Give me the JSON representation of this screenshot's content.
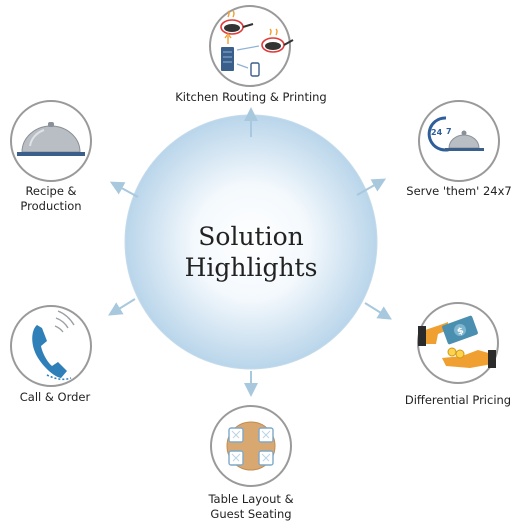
{
  "center": {
    "line1": "Solution",
    "line2": "Highlights"
  },
  "features": [
    {
      "label_lines": [
        "Kitchen Routing & Printing"
      ],
      "icon": "kitchen-routing-icon"
    },
    {
      "label_lines": [
        "Serve 'them' 24x7"
      ],
      "icon": "clock-cloche-icon"
    },
    {
      "label_lines": [
        "Differential Pricing"
      ],
      "icon": "money-hands-icon"
    },
    {
      "label_lines": [
        "Table Layout &",
        "Guest Seating"
      ],
      "icon": "table-seating-icon"
    },
    {
      "label_lines": [
        "Call & Order"
      ],
      "icon": "phone-icon"
    },
    {
      "label_lines": [
        "Recipe &",
        "Production"
      ],
      "icon": "cloche-icon"
    }
  ],
  "icon_text": {
    "clock_24": "24",
    "clock_7": "7"
  },
  "colors": {
    "node_border": "#9a9a9a",
    "arrow": "#a8c8de",
    "primary_icon": "#3a5f8a",
    "accent_orange": "#f0a030",
    "phone_blue": "#2f7fb8",
    "money_green": "#4a8fb0",
    "wood": "#d9a870"
  }
}
